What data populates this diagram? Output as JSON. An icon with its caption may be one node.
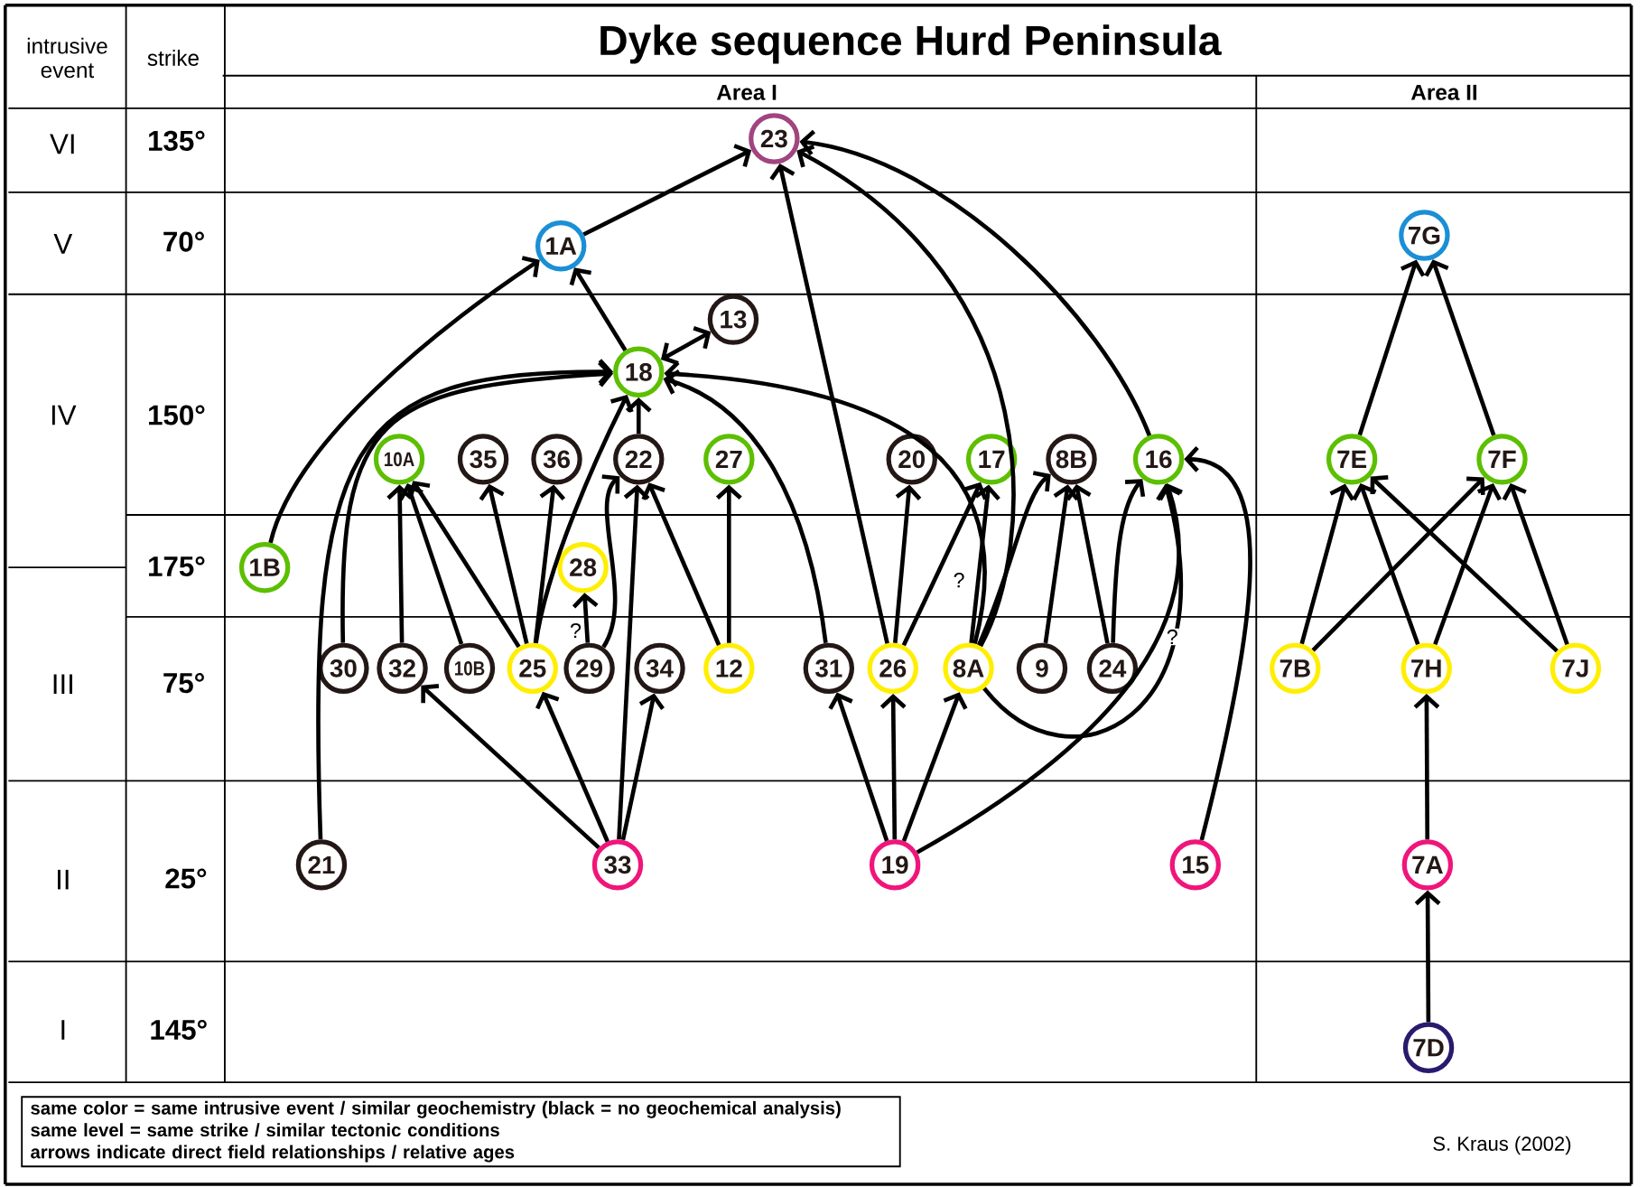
{
  "diagram": {
    "title": "Dyke sequence Hurd Peninsula",
    "nodes": [
      {
        "text": [
          "23"
        ]
      },
      {
        "text": [
          "1A"
        ]
      },
      {
        "text": [
          "7G"
        ]
      },
      {
        "text": [
          "13"
        ]
      },
      {
        "text": [
          "18"
        ]
      },
      {
        "text": [
          "10A"
        ]
      },
      {
        "text": [
          "35"
        ]
      },
      {
        "text": [
          "36"
        ]
      },
      {
        "text": [
          "22"
        ]
      },
      {
        "text": [
          "27"
        ]
      },
      {
        "text": [
          "20"
        ]
      },
      {
        "text": [
          "17"
        ]
      },
      {
        "text": [
          "8B"
        ]
      },
      {
        "text": [
          "16"
        ]
      },
      {
        "text": [
          "7E"
        ]
      },
      {
        "text": [
          "7F"
        ]
      },
      {
        "text": [
          "1B"
        ]
      },
      {
        "text": [
          "28"
        ]
      },
      {
        "text": [
          "30"
        ]
      },
      {
        "text": [
          "32"
        ]
      },
      {
        "text": [
          "10B"
        ]
      },
      {
        "text": [
          "25"
        ]
      },
      {
        "text": [
          "29"
        ]
      },
      {
        "text": [
          "34"
        ]
      },
      {
        "text": [
          "12"
        ]
      },
      {
        "text": [
          "31"
        ]
      },
      {
        "text": [
          "26"
        ]
      },
      {
        "text": [
          "8A"
        ]
      },
      {
        "text": [
          "9"
        ]
      },
      {
        "text": [
          "24"
        ]
      },
      {
        "text": [
          "7B"
        ]
      },
      {
        "text": [
          "7H"
        ]
      },
      {
        "text": [
          "7J"
        ]
      },
      {
        "text": [
          "21"
        ]
      },
      {
        "text": [
          "33"
        ]
      },
      {
        "text": [
          "19"
        ]
      },
      {
        "text": [
          "15"
        ]
      },
      {
        "text": [
          "7A"
        ]
      },
      {
        "text": [
          "7D"
        ]
      }
    ],
    "edges": [
      {
        "from": 1,
        "to": 0,
        "arrow": "to"
      },
      {
        "from": 26,
        "to": 0,
        "arrow": "to"
      },
      {
        "from": 27,
        "to": 0,
        "arrow": "to"
      },
      {
        "from": 13,
        "to": 0,
        "arrow": "to"
      },
      {
        "from": 16,
        "to": 1,
        "arrow": "to"
      },
      {
        "from": 4,
        "to": 1,
        "arrow": "to"
      },
      {
        "from": 4,
        "to": 3,
        "arrow": "both"
      },
      {
        "from": 33,
        "to": 4,
        "arrow": "to"
      },
      {
        "from": 18,
        "to": 4,
        "arrow": "to"
      },
      {
        "from": 21,
        "to": 4,
        "arrow": "to"
      },
      {
        "from": 8,
        "to": 4,
        "arrow": "to"
      },
      {
        "from": 25,
        "to": 4,
        "arrow": "to"
      },
      {
        "from": 27,
        "to": 4,
        "arrow": "to"
      },
      {
        "from": 14,
        "to": 2,
        "arrow": "to"
      },
      {
        "from": 15,
        "to": 2,
        "arrow": "to"
      },
      {
        "from": 19,
        "to": 5,
        "arrow": "to"
      },
      {
        "from": 20,
        "to": 5,
        "arrow": "to"
      },
      {
        "from": 21,
        "to": 5,
        "arrow": "to"
      },
      {
        "from": 21,
        "to": 6,
        "arrow": "to"
      },
      {
        "from": 21,
        "to": 7,
        "arrow": "to"
      },
      {
        "from": 22,
        "to": 8,
        "arrow": "to"
      },
      {
        "from": 34,
        "to": 8,
        "arrow": "to"
      },
      {
        "from": 24,
        "to": 8,
        "arrow": "to"
      },
      {
        "from": 24,
        "to": 9,
        "arrow": "to"
      },
      {
        "from": 26,
        "to": 10,
        "arrow": "to"
      },
      {
        "from": 26,
        "to": 11,
        "arrow": "to"
      },
      {
        "from": 27,
        "to": 11,
        "arrow": "to",
        "label": "?"
      },
      {
        "from": 27,
        "to": 12,
        "arrow": "to"
      },
      {
        "from": 28,
        "to": 12,
        "arrow": "to"
      },
      {
        "from": 29,
        "to": 12,
        "arrow": "to"
      },
      {
        "from": 29,
        "to": 13,
        "arrow": "to"
      },
      {
        "from": 27,
        "to": 13,
        "arrow": "to",
        "label": "?"
      },
      {
        "from": 35,
        "to": 13,
        "arrow": "to"
      },
      {
        "from": 36,
        "to": 13,
        "arrow": "to"
      },
      {
        "from": 30,
        "to": 14,
        "arrow": "to"
      },
      {
        "from": 31,
        "to": 14,
        "arrow": "to"
      },
      {
        "from": 32,
        "to": 14,
        "arrow": "to"
      },
      {
        "from": 30,
        "to": 15,
        "arrow": "to"
      },
      {
        "from": 31,
        "to": 15,
        "arrow": "to"
      },
      {
        "from": 32,
        "to": 15,
        "arrow": "to"
      },
      {
        "from": 22,
        "to": 17,
        "arrow": "to",
        "label": "?"
      },
      {
        "from": 34,
        "to": 19,
        "arrow": "to"
      },
      {
        "from": 34,
        "to": 21,
        "arrow": "to"
      },
      {
        "from": 34,
        "to": 23,
        "arrow": "to"
      },
      {
        "from": 35,
        "to": 25,
        "arrow": "to"
      },
      {
        "from": 35,
        "to": 26,
        "arrow": "to"
      },
      {
        "from": 35,
        "to": 27,
        "arrow": "to"
      },
      {
        "from": 37,
        "to": 31,
        "arrow": "to"
      },
      {
        "from": 38,
        "to": 37,
        "arrow": "to"
      }
    ],
    "labels": [
      "intrusive event",
      "strike",
      "Area I",
      "Area II",
      "VI",
      "135°",
      "V",
      "70°",
      "IV",
      "150°",
      "175°",
      "III",
      "75°",
      "II",
      "25°",
      "I",
      "145°",
      "same color = same intrusive event / similar geochemistry (black = no geochemical analysis)",
      "same level = same strike / similar tectonic conditions",
      "arrows indicate direct field relationships / relative ages",
      "S. Kraus (2002)"
    ]
  }
}
